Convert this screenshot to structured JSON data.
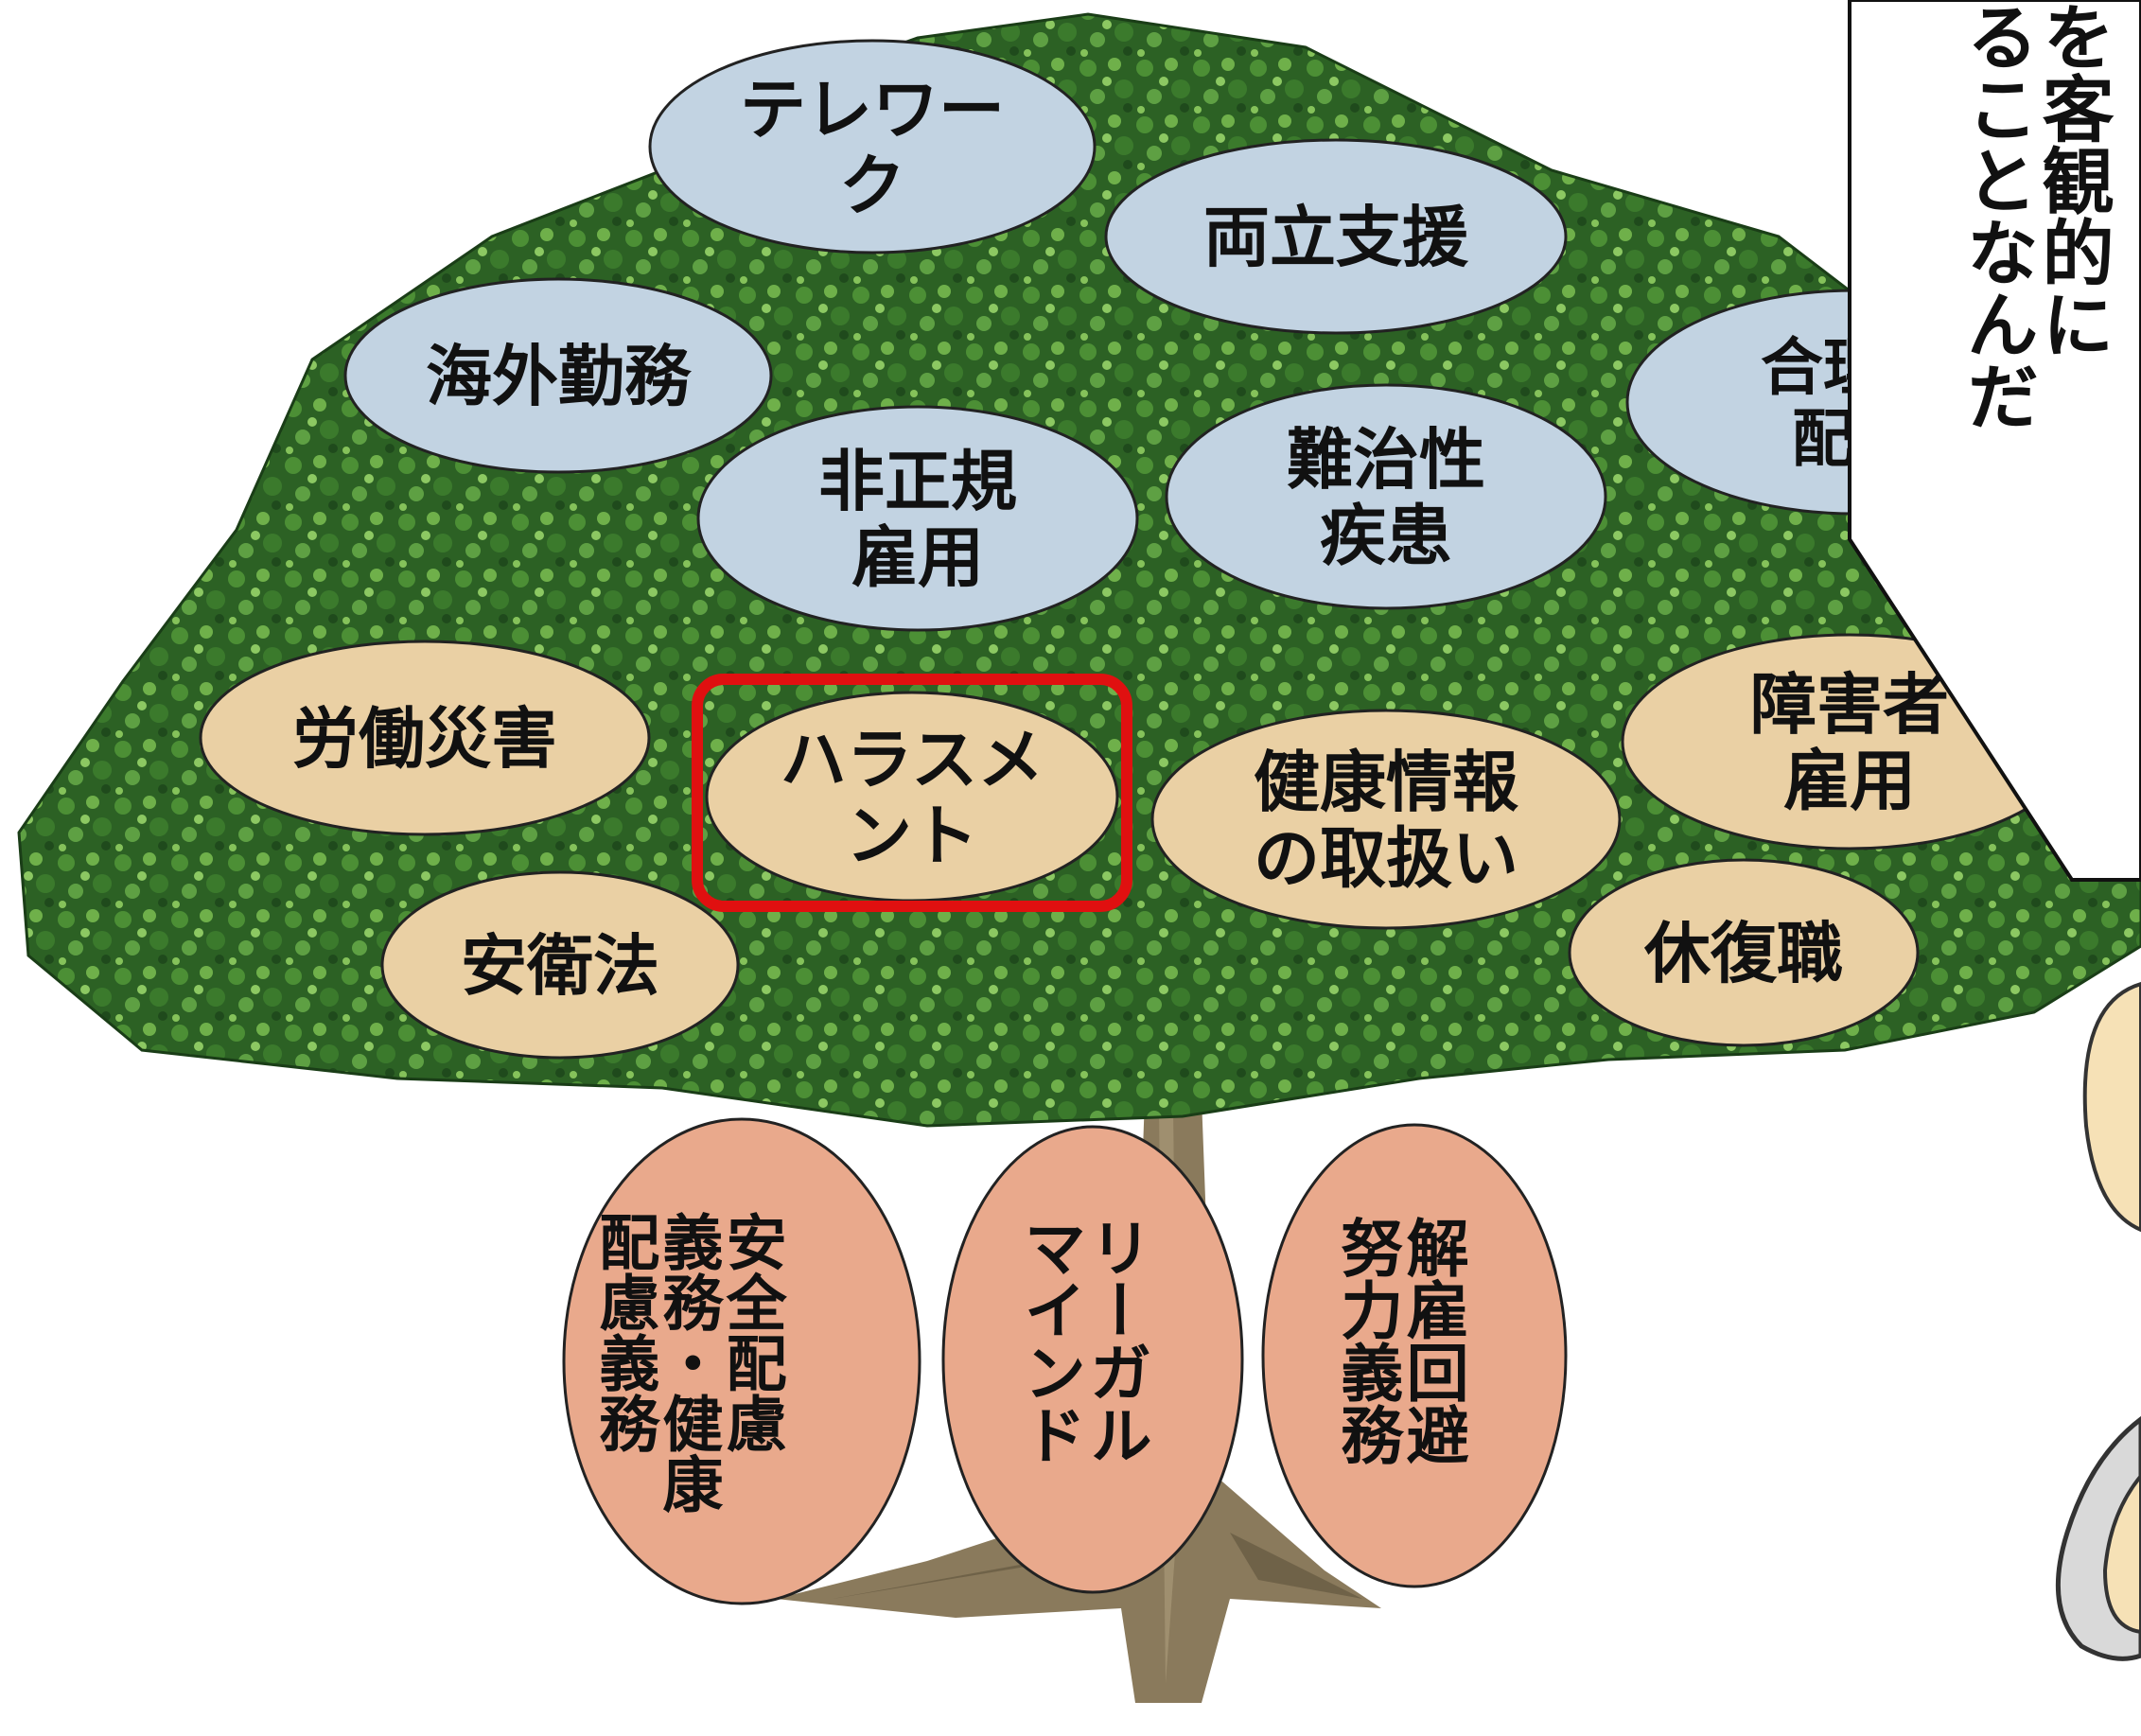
{
  "canopy_bubbles": [
    {
      "lines": [
        "テレワー",
        "ク"
      ],
      "fill": "#c2d3e2"
    },
    {
      "lines": [
        "両立支援"
      ],
      "fill": "#c2d3e2"
    },
    {
      "lines": [
        "海外勤務"
      ],
      "fill": "#c2d3e2"
    },
    {
      "lines": [
        "非正規",
        "雇用"
      ],
      "fill": "#c2d3e2"
    },
    {
      "lines": [
        "難治性",
        "疾患"
      ],
      "fill": "#c2d3e2"
    },
    {
      "lines": [
        "合理的",
        "配慮"
      ],
      "fill": "#c2d3e2"
    },
    {
      "lines": [
        "労働災害"
      ],
      "fill": "#ead0a4"
    },
    {
      "lines": [
        "ハラスメ",
        "ント"
      ],
      "fill": "#ead0a4"
    },
    {
      "lines": [
        "健康情報",
        "の取扱い"
      ],
      "fill": "#ead0a4"
    },
    {
      "lines": [
        "障害者",
        "雇用"
      ],
      "fill": "#ead0a4"
    },
    {
      "lines": [
        "安衛法"
      ],
      "fill": "#ead0a4"
    },
    {
      "lines": [
        "休復職"
      ],
      "fill": "#ead0a4"
    }
  ],
  "root_bubbles": [
    {
      "text": "安全配慮\n義務・健康\n配慮義務",
      "fill": "#e9a98c"
    },
    {
      "text": "リーガル\nマインド",
      "fill": "#e9a98c"
    },
    {
      "text": "解雇回避\n努力義務",
      "fill": "#e9a98c"
    }
  ],
  "highlight": {
    "target": "ハラスメント",
    "color": "#e01010"
  },
  "speech_bubble": {
    "text": "を客観的に\nることなんだ"
  },
  "colors": {
    "canopy_dark": "#1f4a1c",
    "canopy_mid": "#3b7a2c",
    "canopy_light": "#6fb04a",
    "trunk": "#8a7a5c"
  }
}
